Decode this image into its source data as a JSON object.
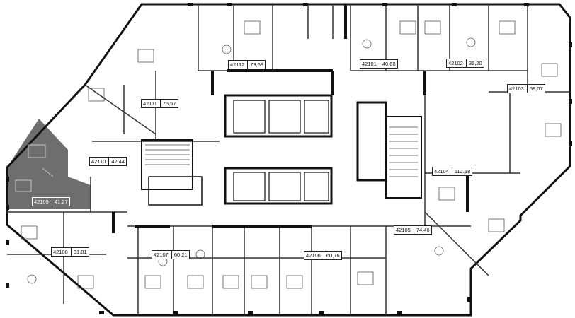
{
  "colors": {
    "wall": "#111111",
    "line": "#555555",
    "highlight": "#6e6e6e",
    "background": "#ffffff"
  },
  "selected_unit": "42109",
  "units": [
    {
      "number": "42112",
      "area": "73,59"
    },
    {
      "number": "42111",
      "area": "76,57"
    },
    {
      "number": "42110",
      "area": "42,44"
    },
    {
      "number": "42109",
      "area": "41,27"
    },
    {
      "number": "42108",
      "area": "81,81"
    },
    {
      "number": "42107",
      "area": "60,21"
    },
    {
      "number": "42106",
      "area": "60,76"
    },
    {
      "number": "42105",
      "area": "74,46"
    },
    {
      "number": "42104",
      "area": "112,18"
    },
    {
      "number": "42103",
      "area": "58,07"
    },
    {
      "number": "42102",
      "area": "35,20"
    },
    {
      "number": "42101",
      "area": "40,60"
    }
  ]
}
